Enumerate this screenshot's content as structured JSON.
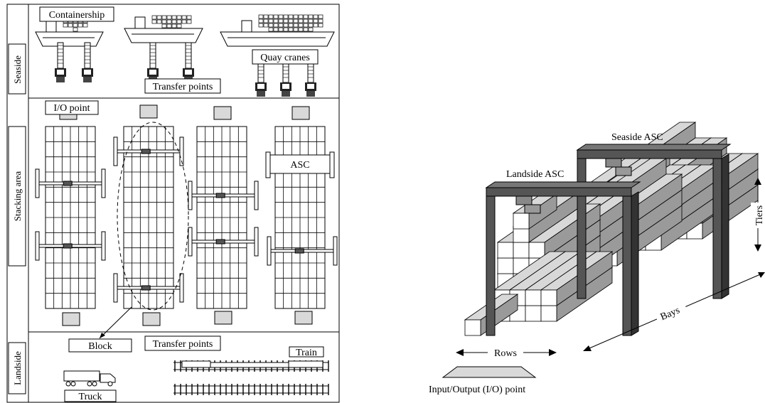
{
  "left_panel": {
    "zones": {
      "seaside": "Seaside",
      "stacking": "Stacking area",
      "landside": "Landside"
    },
    "labels": {
      "containership": "Containership",
      "quay_cranes": "Quay cranes",
      "transfer_points_sea": "Transfer points",
      "io_point": "I/O point",
      "asc": "ASC",
      "block": "Block",
      "transfer_points_land": "Transfer points",
      "train": "Train",
      "truck": "Truck"
    }
  },
  "right_panel": {
    "labels": {
      "seaside_asc": "Seaside ASC",
      "landside_asc": "Landside ASC",
      "tiers": "Tiers",
      "bays": "Bays",
      "rows": "Rows",
      "io_point": "Input/Output (I/O) point"
    }
  },
  "colors": {
    "crane": "#555555",
    "container_top": "#d8d8d8",
    "container_side": "#9a9a9a",
    "container_front": "#ffffff",
    "pad": "#d9d9d9"
  }
}
